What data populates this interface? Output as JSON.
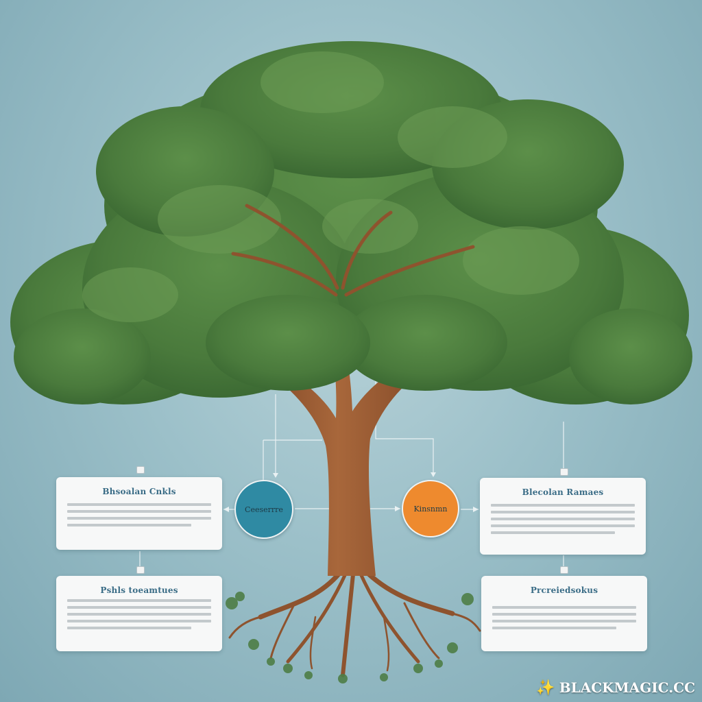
{
  "diagram": {
    "left_cards": [
      {
        "title": "Bhsoalan Cnkls"
      },
      {
        "title": "Pshls toeamtues"
      }
    ],
    "right_cards": [
      {
        "title": "Blecolan Ramaes"
      },
      {
        "title": "Prcreiedsokus"
      }
    ],
    "nodes": [
      {
        "label": "Ceeserrre",
        "color": "#2f8aa3"
      },
      {
        "label": "Kinsnmn",
        "color": "#ee8a2e"
      }
    ]
  },
  "watermark": {
    "text": "BLACKMAGIC.CC",
    "icon": "magic-wand-icon"
  },
  "colors": {
    "background": "#9cc0c9",
    "foliage": "#4d7c3f",
    "trunk": "#9a5a32",
    "card": "#f7f8f8",
    "title_text": "#3a6c86"
  }
}
